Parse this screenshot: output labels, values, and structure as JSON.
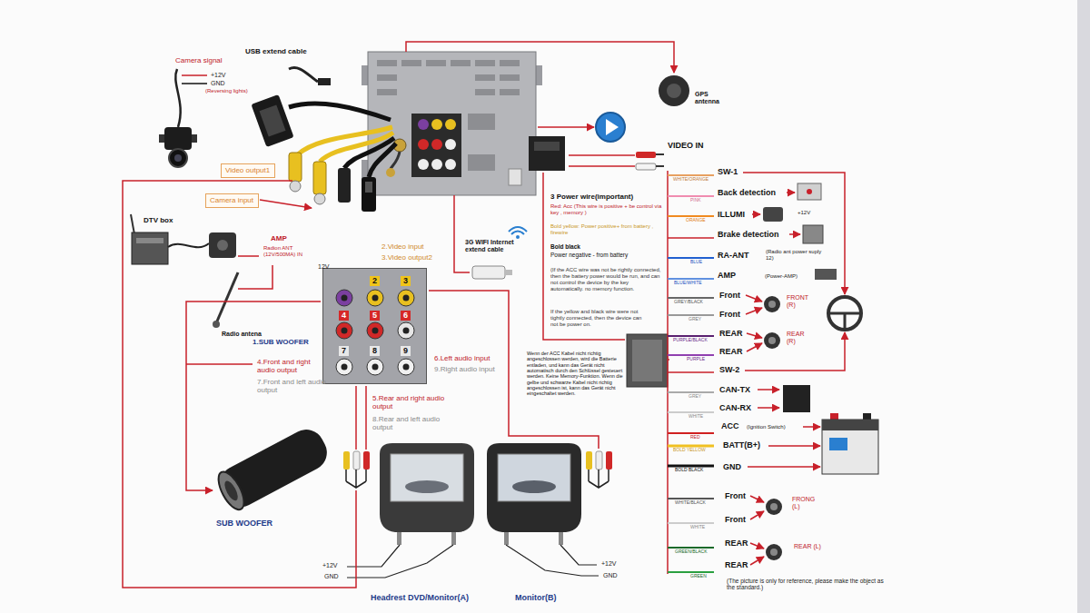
{
  "diagram": {
    "nodes": [
      {
        "text": [
          "Video output1"
        ]
      },
      {
        "text": [
          "Camera input"
        ]
      },
      {
        "text": [
          "2",
          "3",
          "4",
          "5",
          "6",
          "7",
          "8",
          "9"
        ]
      }
    ],
    "labels": [
      "Camera signal",
      "+12V",
      "GND",
      "(Reversing lights)",
      "USB extend cable",
      "3G WIFI Internet extend cable",
      "GPS antenna",
      "VIDEO IN",
      "DTV box",
      "AMP",
      "Radion ANT (12V/500MA) IN",
      "12V",
      "Radio antena",
      "2.Video input",
      "3.Video output2",
      "1.SUB WOOFER",
      "4.Front and right audio output",
      "7.Front and left audio output",
      "5.Rear and right audio output",
      "8.Rear and left audio output",
      "6.Left audio input",
      "9.Right audio input",
      "3 Power wire(important)",
      "Red: Acc (This wire is positive + be control via key , memory )",
      "Bold yellow: Power positive+ from battery , firewire",
      "Bold black",
      "Power negative - from battery",
      "(If the ACC wire was not be rightly connected, then the battery power would be run, and can not control the device by the key automatically. no memory function.",
      "If the yellow and black wire were not tightly connected, then the device can not be power on.",
      "Wenn der ACC Kabel nicht richtig angeschlossen werden, wird die Batterie entladen, und kann das Gerät nicht automatisch durch den Schlüssel gesteuert werden. Keine Memory-Funktion. Wenn die gelbe und schwarze Kabel nicht richtig angeschlossen ist, kann das Gerät nicht eingeschaltet werden.",
      "SUB WOOFER",
      "+12V",
      "GND",
      "Headrest DVD/Monitor(A)",
      "+12V",
      "GND",
      "Monitor(B)",
      "SW-1",
      "WHITE/ORANGE",
      "Back detection",
      "PINK",
      "ILLUMI",
      "+12V",
      "ORANGE",
      "Brake detection",
      "RA-ANT",
      "(Radio ant power suply 12)",
      "BLUE",
      "AMP",
      "(Power-AMP)",
      "BLUE/WHITE",
      "Front",
      "GREY/BLACK",
      "FRONT (R)",
      "Front",
      "GREY",
      "PURPLE/BLACK",
      "REAR",
      "REAR (R)",
      "REAR",
      "PURPLE",
      "SW-2",
      "CAN-TX",
      "GREY",
      "CAN-RX",
      "WHITE",
      "ACC",
      "(Ignition Switch)",
      "RED",
      "BATT(B+)",
      "BOLD YELLOW",
      "GND",
      "BOLD BLACK",
      "Front",
      "WHITE/BLACK",
      "FRONG (L)",
      "Front",
      "WHITE",
      "REAR",
      "GREEN/BLACK",
      "REAR (L)",
      "REAR",
      "GREEN",
      "(The picture is only for reference, please make the object as the standard.)"
    ]
  }
}
